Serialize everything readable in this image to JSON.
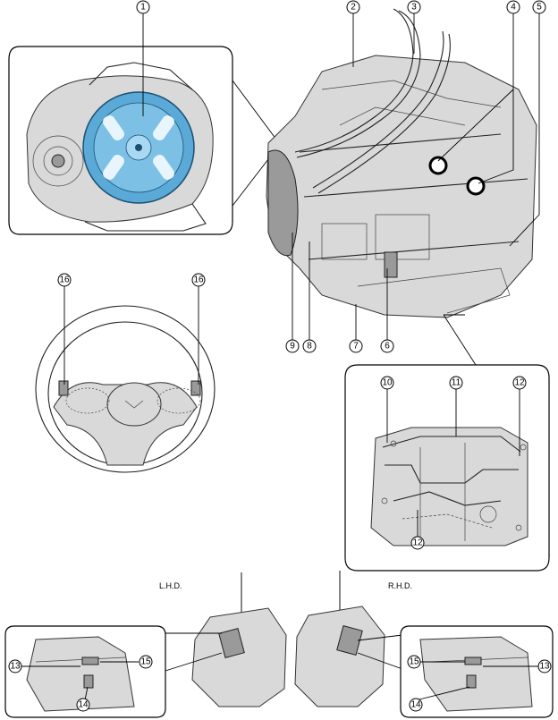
{
  "callouts": [
    "1",
    "2",
    "3",
    "4",
    "5",
    "6",
    "7",
    "8",
    "9",
    "10",
    "11",
    "12",
    "12",
    "13",
    "13",
    "14",
    "14",
    "15",
    "15",
    "16",
    "16"
  ],
  "labels": {
    "lhd": "L.H.D.",
    "rhd": "R.H.D."
  },
  "colors": {
    "torque_converter": "#5aa9d6",
    "outline": "#000000"
  }
}
